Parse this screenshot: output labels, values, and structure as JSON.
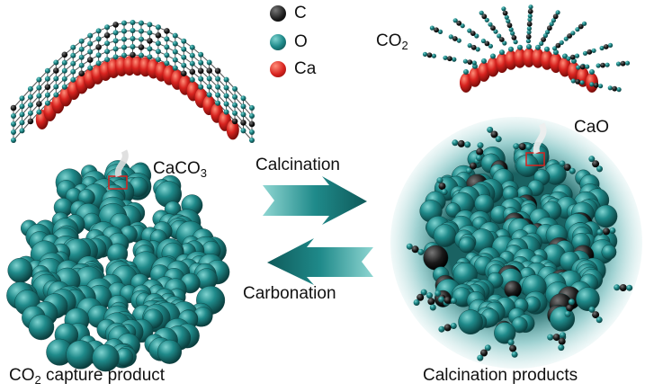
{
  "legend": {
    "items": [
      {
        "symbol": "C",
        "color": "#1a1a1a"
      },
      {
        "symbol": "O",
        "color": "#1f8a8a"
      },
      {
        "symbol": "Ca",
        "color": "#d8231f"
      }
    ]
  },
  "labels": {
    "caco3_main": "CaCO",
    "caco3_sub": "3",
    "co2_main": "CO",
    "co2_sub": "2",
    "cao": "CaO",
    "calcination": "Calcination",
    "carbonation": "Carbonation",
    "left_caption_main": "CO",
    "left_caption_sub": "2",
    "left_caption_rest": " capture product",
    "right_caption": "Calcination products"
  },
  "colors": {
    "teal": "#1f8a8a",
    "teal_dark": "#0f5454",
    "red": "#d8231f",
    "carbon": "#1a1a1a"
  }
}
